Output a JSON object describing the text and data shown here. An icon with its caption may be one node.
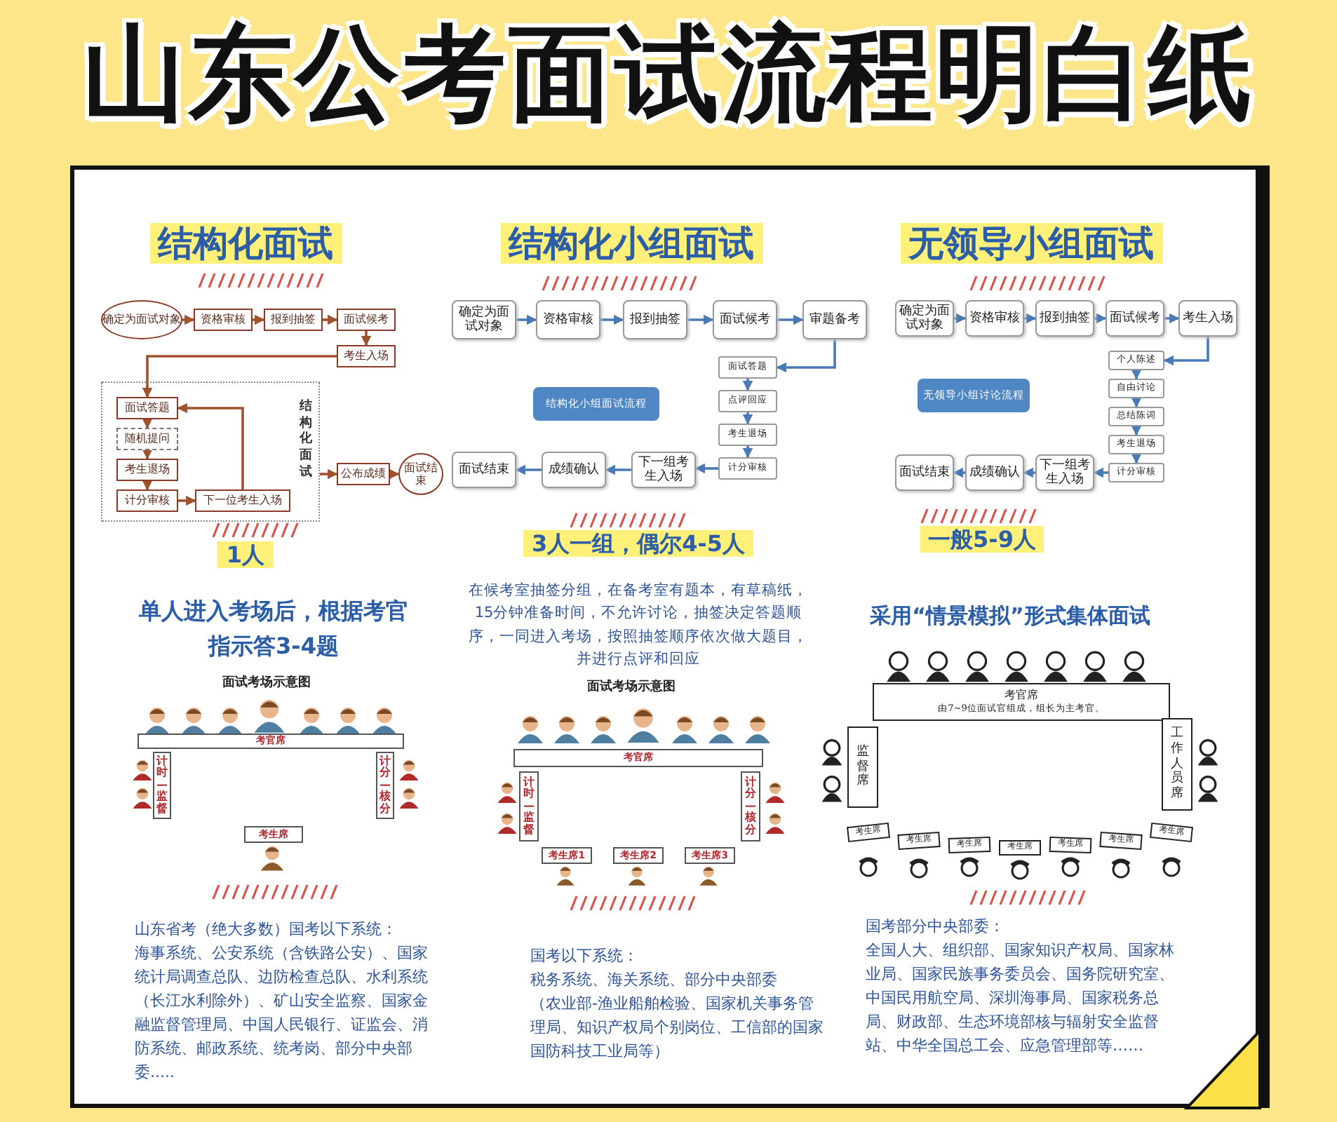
{
  "diagram": {
    "title": "山东公考面试流程明白纸",
    "nodes": [
      {
        "text": [
          "确定为面试对象"
        ]
      },
      {
        "text": [
          "资格审核"
        ]
      },
      {
        "text": [
          "报到抽签"
        ]
      },
      {
        "text": [
          "面试候考"
        ]
      },
      {
        "text": [
          "考生入场"
        ]
      },
      {
        "text": [
          "结构化面试"
        ]
      },
      {
        "text": [
          "面试答题"
        ],
        "in": 5
      },
      {
        "text": [
          "随机提问"
        ],
        "in": 5
      },
      {
        "text": [
          "考生退场"
        ],
        "in": 5
      },
      {
        "text": [
          "计分审核"
        ],
        "in": 5
      },
      {
        "text": [
          "下一位考生入场"
        ],
        "in": 5
      },
      {
        "text": [
          "公布成绩"
        ]
      },
      {
        "text": [
          "面试结束"
        ]
      },
      {
        "text": [
          "确定为面试对象"
        ]
      },
      {
        "text": [
          "资格审核"
        ]
      },
      {
        "text": [
          "报到抽签"
        ]
      },
      {
        "text": [
          "面试候考"
        ]
      },
      {
        "text": [
          "审题备考"
        ]
      },
      {
        "text": [
          "结构化小组面试流程"
        ]
      },
      {
        "text": [
          "面试答题"
        ]
      },
      {
        "text": [
          "点评回应"
        ]
      },
      {
        "text": [
          "考生退场"
        ]
      },
      {
        "text": [
          "计分审核"
        ]
      },
      {
        "text": [
          "下一组考生入场"
        ]
      },
      {
        "text": [
          "成绩确认"
        ]
      },
      {
        "text": [
          "面试结束"
        ]
      },
      {
        "text": [
          "确定为面试对象"
        ]
      },
      {
        "text": [
          "资格审核"
        ]
      },
      {
        "text": [
          "报到抽签"
        ]
      },
      {
        "text": [
          "面试候考"
        ]
      },
      {
        "text": [
          "考生入场"
        ]
      },
      {
        "text": [
          "无领导小组讨论流程"
        ]
      },
      {
        "text": [
          "个人陈述"
        ]
      },
      {
        "text": [
          "自由讨论"
        ]
      },
      {
        "text": [
          "总结陈词"
        ]
      },
      {
        "text": [
          "考生退场"
        ]
      },
      {
        "text": [
          "计分审核"
        ]
      },
      {
        "text": [
          "下一组考生入场"
        ]
      },
      {
        "text": [
          "成绩确认"
        ]
      },
      {
        "text": [
          "面试结束"
        ]
      },
      {
        "text": [
          "考官席"
        ]
      },
      {
        "text": [
          "计时—监督"
        ]
      },
      {
        "text": [
          "计分—核分"
        ]
      },
      {
        "text": [
          "考生席"
        ]
      },
      {
        "text": [
          "考官席"
        ]
      },
      {
        "text": [
          "计时—监督"
        ]
      },
      {
        "text": [
          "计分—核分"
        ]
      },
      {
        "text": [
          "考生席1"
        ]
      },
      {
        "text": [
          "考生席2"
        ]
      },
      {
        "text": [
          "考生席3"
        ]
      },
      {
        "text": [
          "考官席",
          "由7~9位面试官组成，组长为主考官。"
        ]
      },
      {
        "text": [
          "监督席"
        ]
      },
      {
        "text": [
          "工作人员席"
        ]
      },
      {
        "text": [
          "考生席"
        ]
      },
      {
        "text": [
          "考生席"
        ]
      },
      {
        "text": [
          "考生席"
        ]
      },
      {
        "text": [
          "考生席"
        ]
      },
      {
        "text": [
          "考生席"
        ]
      },
      {
        "text": [
          "考生席"
        ]
      },
      {
        "text": [
          "考生席"
        ]
      }
    ],
    "edges": [
      {
        "from": 0,
        "to": 1,
        "arrow": "to",
        "color": "#a0522d"
      },
      {
        "from": 1,
        "to": 2,
        "arrow": "to",
        "color": "#a0522d"
      },
      {
        "from": 2,
        "to": 3,
        "arrow": "to",
        "color": "#a0522d"
      },
      {
        "from": 3,
        "to": 4,
        "arrow": "to",
        "color": "#a0522d"
      },
      {
        "from": 4,
        "to": 6,
        "arrow": "to",
        "color": "#a0522d"
      },
      {
        "from": 6,
        "to": 7,
        "arrow": "to",
        "color": "#a0522d"
      },
      {
        "from": 7,
        "to": 8,
        "arrow": "to",
        "color": "#a0522d"
      },
      {
        "from": 8,
        "to": 9,
        "arrow": "to",
        "color": "#a0522d"
      },
      {
        "from": 9,
        "to": 10,
        "arrow": "to",
        "color": "#a0522d"
      },
      {
        "from": 10,
        "to": 6,
        "arrow": "to",
        "color": "#a0522d"
      },
      {
        "from": 5,
        "to": 11,
        "arrow": "to",
        "color": "#a0522d"
      },
      {
        "from": 11,
        "to": 12,
        "arrow": "to",
        "color": "#a0522d"
      },
      {
        "from": 13,
        "to": 14,
        "arrow": "to"
      },
      {
        "from": 14,
        "to": 15,
        "arrow": "to"
      },
      {
        "from": 15,
        "to": 16,
        "arrow": "to"
      },
      {
        "from": 16,
        "to": 17,
        "arrow": "to"
      },
      {
        "from": 17,
        "to": 19,
        "arrow": "to"
      },
      {
        "from": 19,
        "to": 20,
        "arrow": "to"
      },
      {
        "from": 20,
        "to": 21,
        "arrow": "to"
      },
      {
        "from": 21,
        "to": 22,
        "arrow": "to"
      },
      {
        "from": 22,
        "to": 23,
        "arrow": "to"
      },
      {
        "from": 23,
        "to": 24,
        "arrow": "to"
      },
      {
        "from": 24,
        "to": 25,
        "arrow": "to"
      },
      {
        "from": 26,
        "to": 27,
        "arrow": "to"
      },
      {
        "from": 27,
        "to": 28,
        "arrow": "to"
      },
      {
        "from": 28,
        "to": 29,
        "arrow": "to"
      },
      {
        "from": 29,
        "to": 30,
        "arrow": "to"
      },
      {
        "from": 30,
        "to": 32,
        "arrow": "to"
      },
      {
        "from": 32,
        "to": 33,
        "arrow": "to"
      },
      {
        "from": 33,
        "to": 34,
        "arrow": "to"
      },
      {
        "from": 34,
        "to": 35,
        "arrow": "to"
      },
      {
        "from": 35,
        "to": 36,
        "arrow": "to"
      },
      {
        "from": 36,
        "to": 37,
        "arrow": "to"
      },
      {
        "from": 37,
        "to": 38,
        "arrow": "to"
      },
      {
        "from": 38,
        "to": 39,
        "arrow": "to"
      }
    ],
    "labels": [
      "结构化面试",
      "结构化小组面试",
      "无领导小组面试",
      "1人",
      "3人一组，偶尔4-5人",
      "一般5-9人",
      "单人进入考场后，根据考官指示答3-4题",
      "在候考室抽签分组，在备考室有题本，有草稿纸，15分钟准备时间，不允许讨论，抽签决定答题顺序，一同进入考场，按照抽签顺序依次做大题目，并进行点评和回应",
      "采用“情景模拟”形式集体面试",
      "面试考场示意图",
      "面试考场示意图",
      "山东省考（绝大多数）国考以下系统：",
      "海事系统、公安系统（含铁路公安）、国家统计局调查总队、边防检查总队、水利系统（长江水利除外）、矿山安全监察、国家金融监督管理局、中国人民银行、证监会、消防系统、邮政系统、统考岗、部分中央部委.....",
      "国考以下系统：",
      "税务系统、海关系统、部分中央部委",
      "（农业部-渔业船舶检验、国家机关事务管理局、知识产权局个别岗位、工信部的国家国防科技工业局等）",
      "国考部分中央部委：",
      "全国人大、组织部、国家知识产权局、国家林业局、国家民族事务委员会、国务院研究室、中国民用航空局、深圳海事局、国家税务总局、财政部、生态环境部核与辐射安全监督站、中华全国总工会、应急管理部等……"
    ]
  }
}
